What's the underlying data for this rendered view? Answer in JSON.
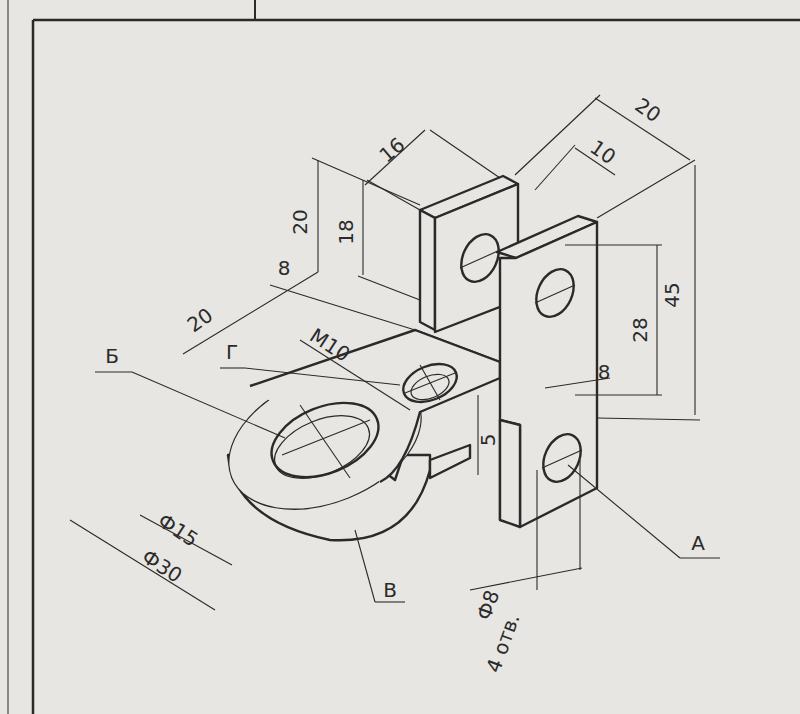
{
  "diagram": {
    "labels": [
      "20",
      "10",
      "16",
      "20",
      "18",
      "45",
      "28",
      "8",
      "20",
      "M10",
      "Г",
      "Б",
      "8",
      "5",
      "Ф15",
      "Ф30",
      "В",
      "А",
      "Ф8",
      "4 отв."
    ]
  }
}
